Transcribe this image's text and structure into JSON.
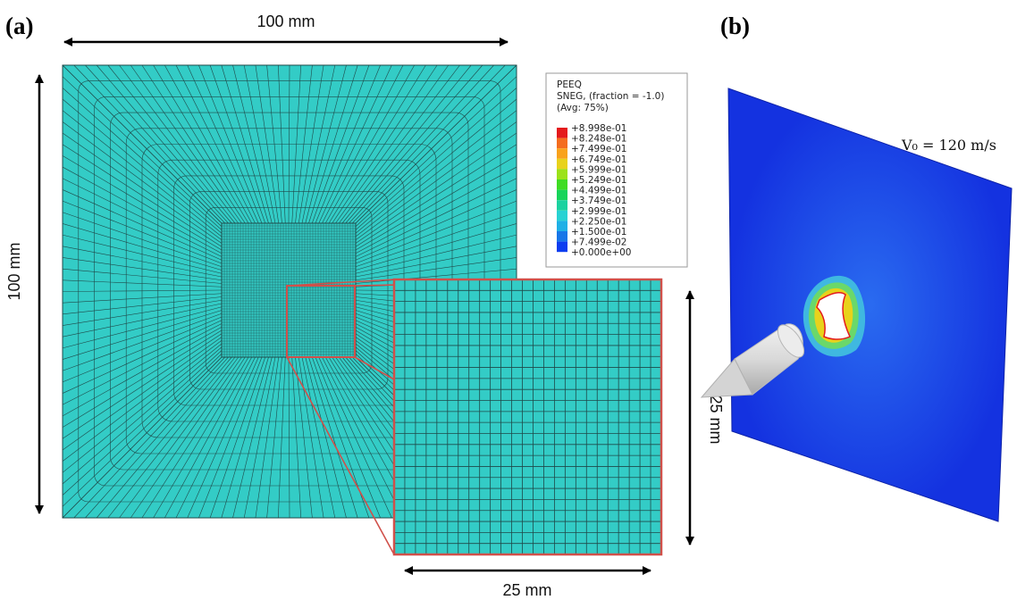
{
  "panels": {
    "a": "(a)",
    "b": "(b)"
  },
  "dimensions": {
    "plate_width": "100 mm",
    "plate_height": "100 mm",
    "zoom_width": "25 mm",
    "zoom_height": "25 mm"
  },
  "legend": {
    "title_lines": [
      "PEEQ",
      "SNEG, (fraction = -1.0)",
      "(Avg: 75%)"
    ],
    "ticks": [
      "+8.998e-01",
      "+8.248e-01",
      "+7.499e-01",
      "+6.749e-01",
      "+5.999e-01",
      "+5.249e-01",
      "+4.499e-01",
      "+3.749e-01",
      "+2.999e-01",
      "+2.250e-01",
      "+1.500e-01",
      "+7.499e-02",
      "+0.000e+00"
    ],
    "colors": [
      "#e41a1c",
      "#f46d1f",
      "#f9a21c",
      "#e8d21b",
      "#9be21a",
      "#3fdc23",
      "#17d45a",
      "#1bd2a0",
      "#28d2d3",
      "#1fb0e6",
      "#1776e8",
      "#0c3df0"
    ]
  },
  "velocity_label": "V₀ = 120 m/s",
  "colors": {
    "mesh_fill": "#33ccc6",
    "mesh_line": "#1f4a4a",
    "zoom_frame": "#d0504a",
    "plate": "#1432e0"
  }
}
